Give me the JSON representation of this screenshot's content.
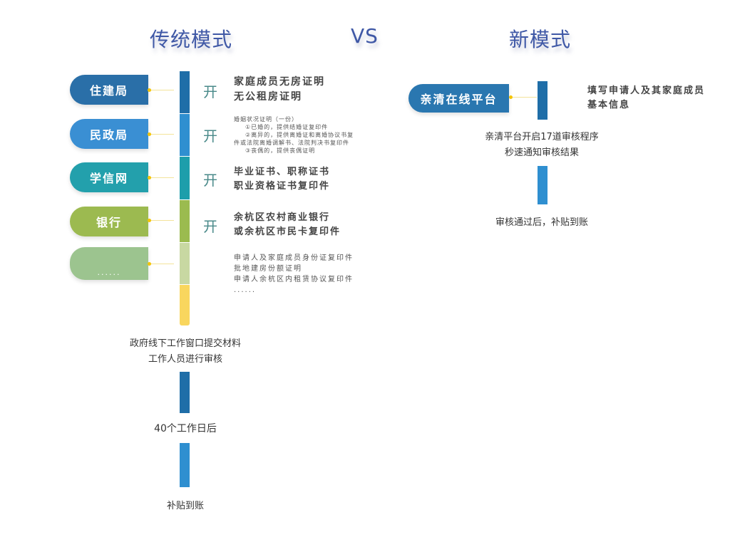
{
  "headings": {
    "traditional": "传统模式",
    "vs": "VS",
    "new": "新模式"
  },
  "traditional": {
    "sources": [
      {
        "label": "住建局",
        "color": "#2a6fa8"
      },
      {
        "label": "民政局",
        "color": "#3a8fd3"
      },
      {
        "label": "学信网",
        "color": "#23a0ac"
      },
      {
        "label": "银行",
        "color": "#9cba50"
      },
      {
        "label": "......",
        "color": "#9cc48f"
      }
    ],
    "bar_colors": [
      "#1f6ea8",
      "#2f8fd0",
      "#1d9eab",
      "#9bbb4f",
      "#c8d8a2",
      "#f9d65e"
    ],
    "open_label": "开",
    "documents": {
      "zhujianju": [
        "家庭成员无房证明",
        "无公租房证明"
      ],
      "minzhengju": [
        "婚姻状况证明（一份）",
        "①已婚的，提供结婚证复印件",
        "②离异的，提供离婚证和离婚协议书复",
        "件或法院离婚调解书、法院判决书复印件",
        "③丧偶的，提供丧偶证明"
      ],
      "xuexinwang": [
        "毕业证书、职称证书",
        "职业资格证书复印件"
      ],
      "bank": [
        "余杭区农村商业银行",
        "或余杭区市民卡复印件"
      ],
      "other": [
        "申请人及家庭成员身份证复印件",
        "批地建房份额证明",
        "申请人余杭区内租赁协议复印件",
        "......"
      ]
    },
    "steps": {
      "submit_line1": "政府线下工作窗口提交材料",
      "submit_line2": "工作人员进行审核",
      "wait": "40个工作日后",
      "result": "补贴到账"
    }
  },
  "new_mode": {
    "platform": {
      "label": "亲清在线平台",
      "color": "#2a77b0"
    },
    "info": [
      "填写申请人及其家庭成员",
      "基本信息"
    ],
    "steps": {
      "review_line1": "亲清平台开启17道审核程序",
      "review_line2": "秒速通知审核结果",
      "result": "审核通过后，补贴到账"
    },
    "bar_colors": [
      "#1f6ea8",
      "#2f8fd0"
    ]
  }
}
